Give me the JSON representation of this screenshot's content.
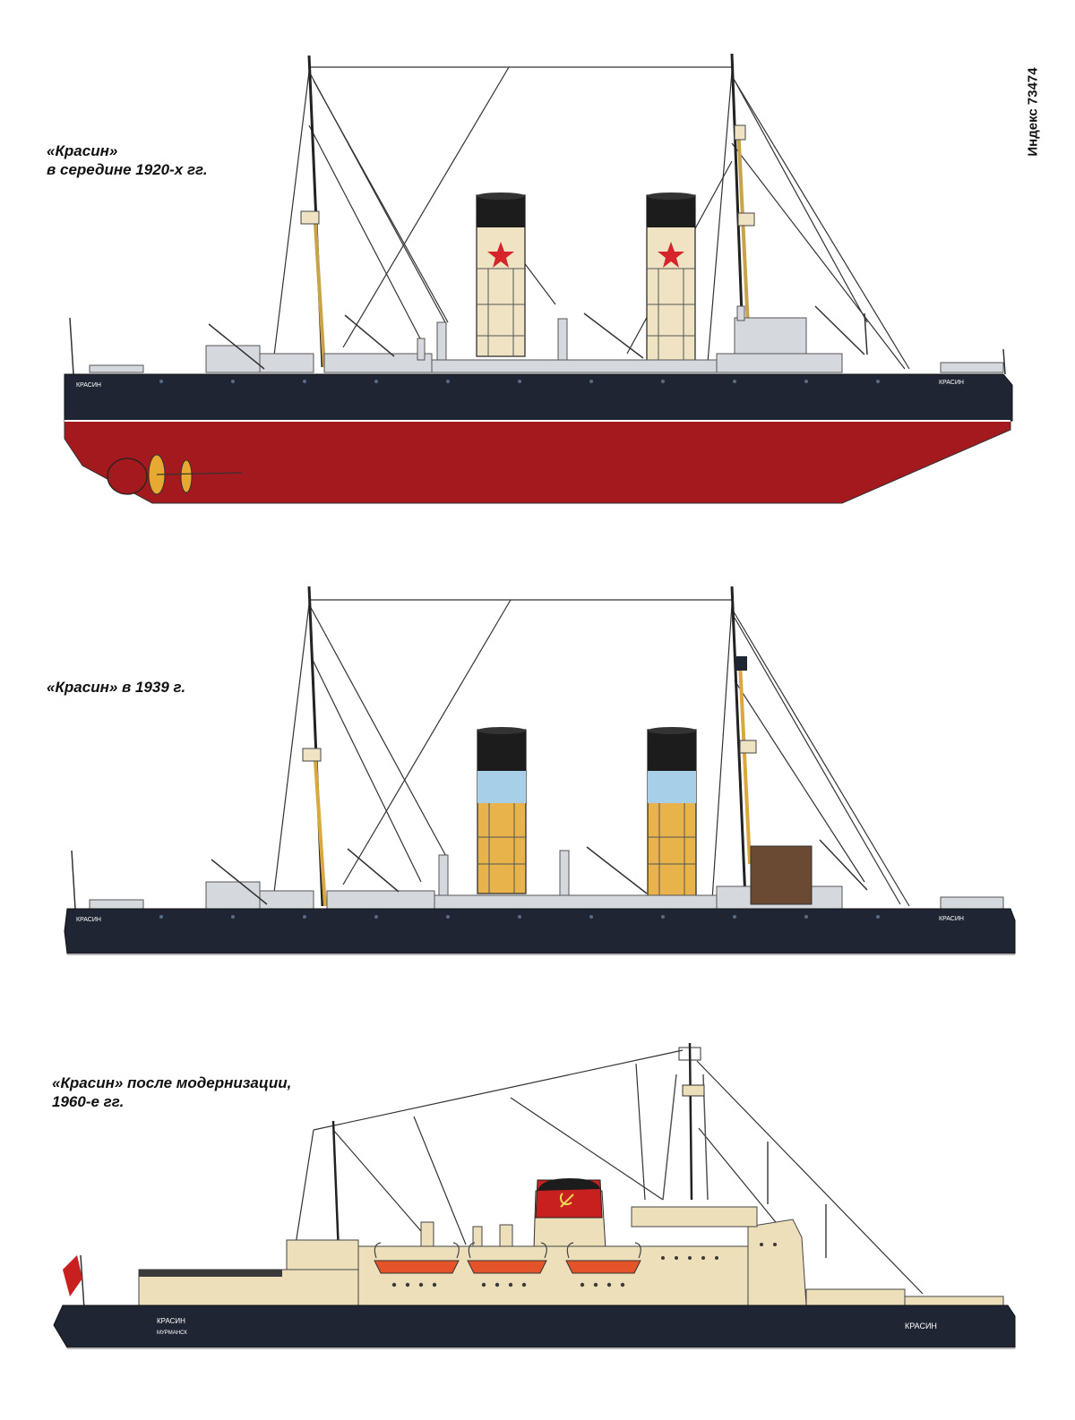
{
  "index_label": "Индекс 73474",
  "ships": [
    {
      "caption": "«Красин»\nв середине 1920-х гг.",
      "hull_name_bow": "КРАСИН",
      "hull_name_stern": "КРАСИН"
    },
    {
      "caption": "«Красин» в 1939 г.",
      "hull_name_bow": "КРАСИН",
      "hull_name_stern": "КРАСИН"
    },
    {
      "caption": "«Красин» после модернизации,\n1960-е гг.",
      "hull_name_bow": "КРАСИН",
      "hull_name_stern": "КРАСИН",
      "hull_port": "МУРМАНСК"
    }
  ],
  "colors": {
    "hull_black": "#1f2533",
    "underwater_red": "#a3191d",
    "funnel_cream": "#efe3c4",
    "funnel_yellow": "#e8b34b",
    "funnel_blue": "#a8cfe8",
    "superstructure_grey": "#d5d9de",
    "modern_beige": "#eedfbb",
    "funnel_red": "#c8201e",
    "lifeboat_orange": "#e4542a",
    "star_red": "#d6252a",
    "deckhouse_brown": "#6a4a32"
  }
}
